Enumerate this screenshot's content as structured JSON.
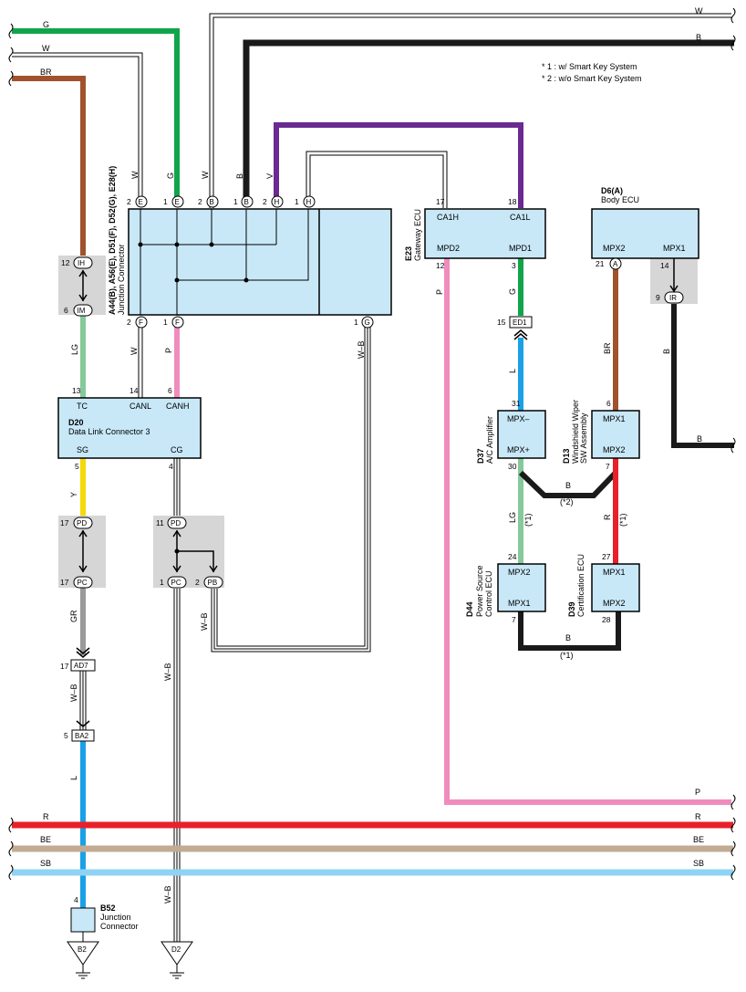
{
  "notes": [
    "* 1 : w/ Smart Key System",
    "* 2 : w/o Smart Key System"
  ],
  "colors": {
    "green": "#10a54a",
    "brown": "#a0522d",
    "black": "#1a1a1a",
    "purple": "#6a2a91",
    "pink": "#f08cbd",
    "lightgreen": "#86c99a",
    "red": "#e8202a",
    "beige": "#c2ab93",
    "skyblue": "#8fd3f4",
    "blue": "#1aa0e6",
    "yellow": "#f5d90a",
    "gray": "#9a9a9a",
    "box_fill": "#c8e8f8",
    "shade": "#d6d6d6"
  },
  "bus": {
    "w": "W",
    "g": "G",
    "b": "B",
    "br": "BR",
    "r": "R",
    "be": "BE",
    "sb": "SB",
    "p": "P"
  },
  "jc": {
    "title": "A44(B), A56(E), D51(F), D52(G), E28(H)",
    "subtitle": "Junction Connector",
    "pins_top": [
      {
        "n": "2",
        "c": "E"
      },
      {
        "n": "1",
        "c": "E"
      },
      {
        "n": "2",
        "c": "B"
      },
      {
        "n": "1",
        "c": "B"
      },
      {
        "n": "2",
        "c": "H"
      },
      {
        "n": "1",
        "c": "H"
      }
    ],
    "pins_bottom": [
      {
        "n": "2",
        "c": "F"
      },
      {
        "n": "1",
        "c": "F"
      },
      {
        "n": "1",
        "c": "G"
      }
    ]
  },
  "wire_labels": {
    "w": "W",
    "g": "G",
    "b": "B",
    "v": "V",
    "wb": "W–B",
    "p": "P",
    "lg": "LG",
    "l": "L",
    "y": "Y",
    "gr": "GR",
    "r": "R",
    "br": "BR"
  },
  "ih_im": {
    "a": "IH",
    "a_pin": "12",
    "b": "IM",
    "b_pin": "6"
  },
  "d20": {
    "id": "D20",
    "name": "Data Link Connector 3",
    "tc": "TC",
    "canl": "CANL",
    "canh": "CANH",
    "sg": "SG",
    "cg": "CG",
    "p_tc": "13",
    "p_canl": "14",
    "p_canh": "6",
    "p_sg": "5",
    "p_cg": "4"
  },
  "pd_left": {
    "a": "PD",
    "a_pin": "17",
    "b": "PC",
    "b_pin": "17"
  },
  "pd_right": {
    "a": "PD",
    "a_pin": "11",
    "b": "PC",
    "b_pin": "1",
    "c": "PB",
    "c_pin": "2"
  },
  "ad7": {
    "label": "AD7",
    "pin": "17"
  },
  "ba2": {
    "label": "BA2",
    "pin": "5"
  },
  "b52": {
    "id": "B52",
    "name1": "Junction",
    "name2": "Connector",
    "pin": "4",
    "ground": "B2"
  },
  "d2": {
    "ground": "D2"
  },
  "e23": {
    "id": "E23",
    "name": "Gateway ECU",
    "ca1h": "CA1H",
    "ca1l": "CA1L",
    "mpd2": "MPD2",
    "mpd1": "MPD1",
    "p_ca1h": "17",
    "p_ca1l": "18",
    "p_mpd2": "12",
    "p_mpd1": "3"
  },
  "ed1": {
    "label": "ED1",
    "pin": "15"
  },
  "d6": {
    "id": "D6(A)",
    "name": "Body ECU",
    "mpx2": "MPX2",
    "mpx1": "MPX1",
    "p_mpx2": "21",
    "c_mpx2": "A",
    "p_mpx1": "14"
  },
  "ir": {
    "label": "IR",
    "pin": "9"
  },
  "d37": {
    "id": "D37",
    "name": "A/C Amplifier",
    "mpxm": "MPX–",
    "mpxp": "MPX+",
    "p_top": "31",
    "p_bot": "30"
  },
  "d13": {
    "id": "D13",
    "name1": "Windshield Wiper",
    "name2": "SW Assembly",
    "mpx1": "MPX1",
    "mpx2": "MPX2",
    "p_top": "6",
    "p_bot": "7"
  },
  "d44": {
    "id": "D44",
    "name1": "Power Source",
    "name2": "Control ECU",
    "mpx2": "MPX2",
    "mpx1": "MPX1",
    "p_top": "24",
    "p_bot": "7"
  },
  "d39": {
    "id": "D39",
    "name": "Certification ECU",
    "mpx1": "MPX1",
    "mpx2": "MPX2",
    "p_top": "27",
    "p_bot": "28"
  },
  "marks": {
    "s1": "(*1)",
    "s2": "(*2)"
  }
}
